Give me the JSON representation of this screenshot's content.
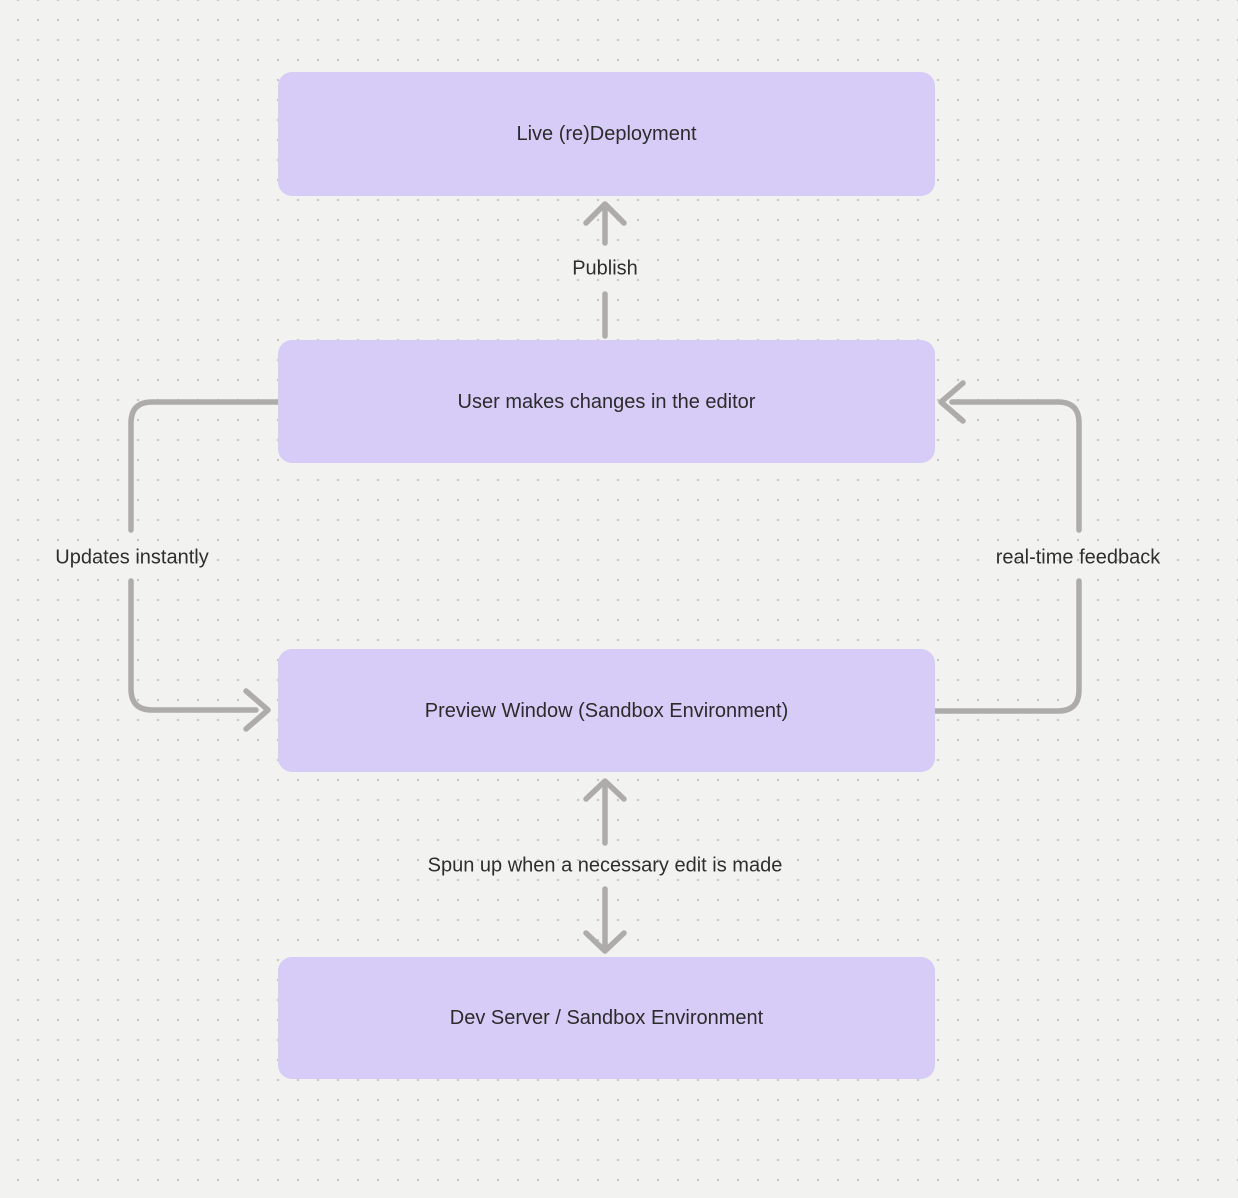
{
  "diagram": {
    "type": "flowchart",
    "nodes": [
      {
        "id": "live-deployment",
        "label": "Live (re)Deployment"
      },
      {
        "id": "user-changes",
        "label": "User makes changes in the editor"
      },
      {
        "id": "preview-window",
        "label": "Preview Window (Sandbox Environment)"
      },
      {
        "id": "dev-server",
        "label": "Dev Server / Sandbox Environment"
      }
    ],
    "edges": [
      {
        "id": "publish",
        "from": "user-changes",
        "to": "live-deployment",
        "label": "Publish"
      },
      {
        "id": "updates-instantly",
        "from": "user-changes",
        "to": "preview-window",
        "label": "Updates instantly"
      },
      {
        "id": "real-time-feedback",
        "from": "preview-window",
        "to": "user-changes",
        "label": "real-time feedback"
      },
      {
        "id": "spun-up",
        "from": "preview-window",
        "to": "dev-server",
        "label": "Spun up when a necessary edit is made",
        "bidirectional": true
      }
    ]
  },
  "colors": {
    "background": "#f2f2f1",
    "dot": "#c9c8c6",
    "node_fill": "#d7ccf7",
    "node_text": "#2b2b2b",
    "arrow": "#adacaa",
    "label_text": "#2e2e2e"
  }
}
